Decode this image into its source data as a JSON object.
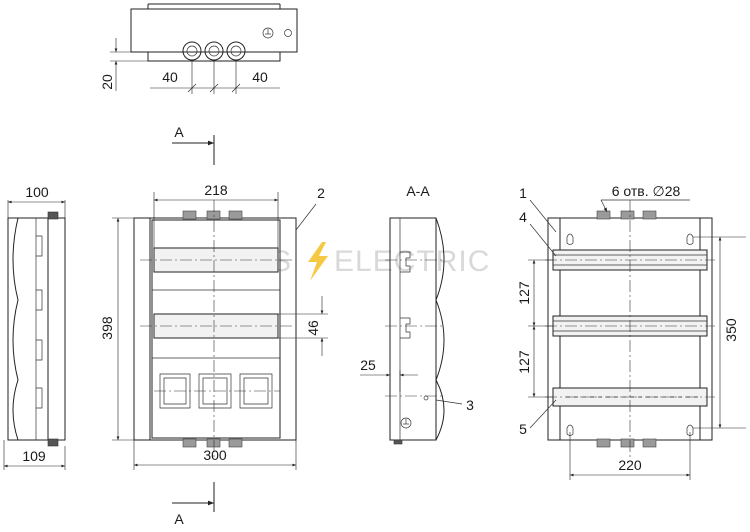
{
  "dimensions": {
    "top_height": "20",
    "top_left_spacing": "40",
    "top_right_spacing": "40",
    "side_width": "100",
    "side_depth": "109",
    "front_inner_width": "218",
    "front_height": "398",
    "front_width": "300",
    "front_rail_gap": "46",
    "section_offset": "25",
    "back_spacing_upper": "127",
    "back_spacing_lower": "127",
    "back_height": "350",
    "back_width": "220",
    "holes_callout": "6 отв. ∅28"
  },
  "labels": {
    "section_mark_top": "A",
    "section_mark_bottom": "A",
    "section_title": "A-A",
    "callout_1": "1",
    "callout_2": "2",
    "callout_3": "3",
    "callout_4": "4",
    "callout_5": "5"
  },
  "watermark": {
    "text_left": "ROS",
    "text_right": "ELECTRIC",
    "bolt_color": "#f2b705"
  }
}
